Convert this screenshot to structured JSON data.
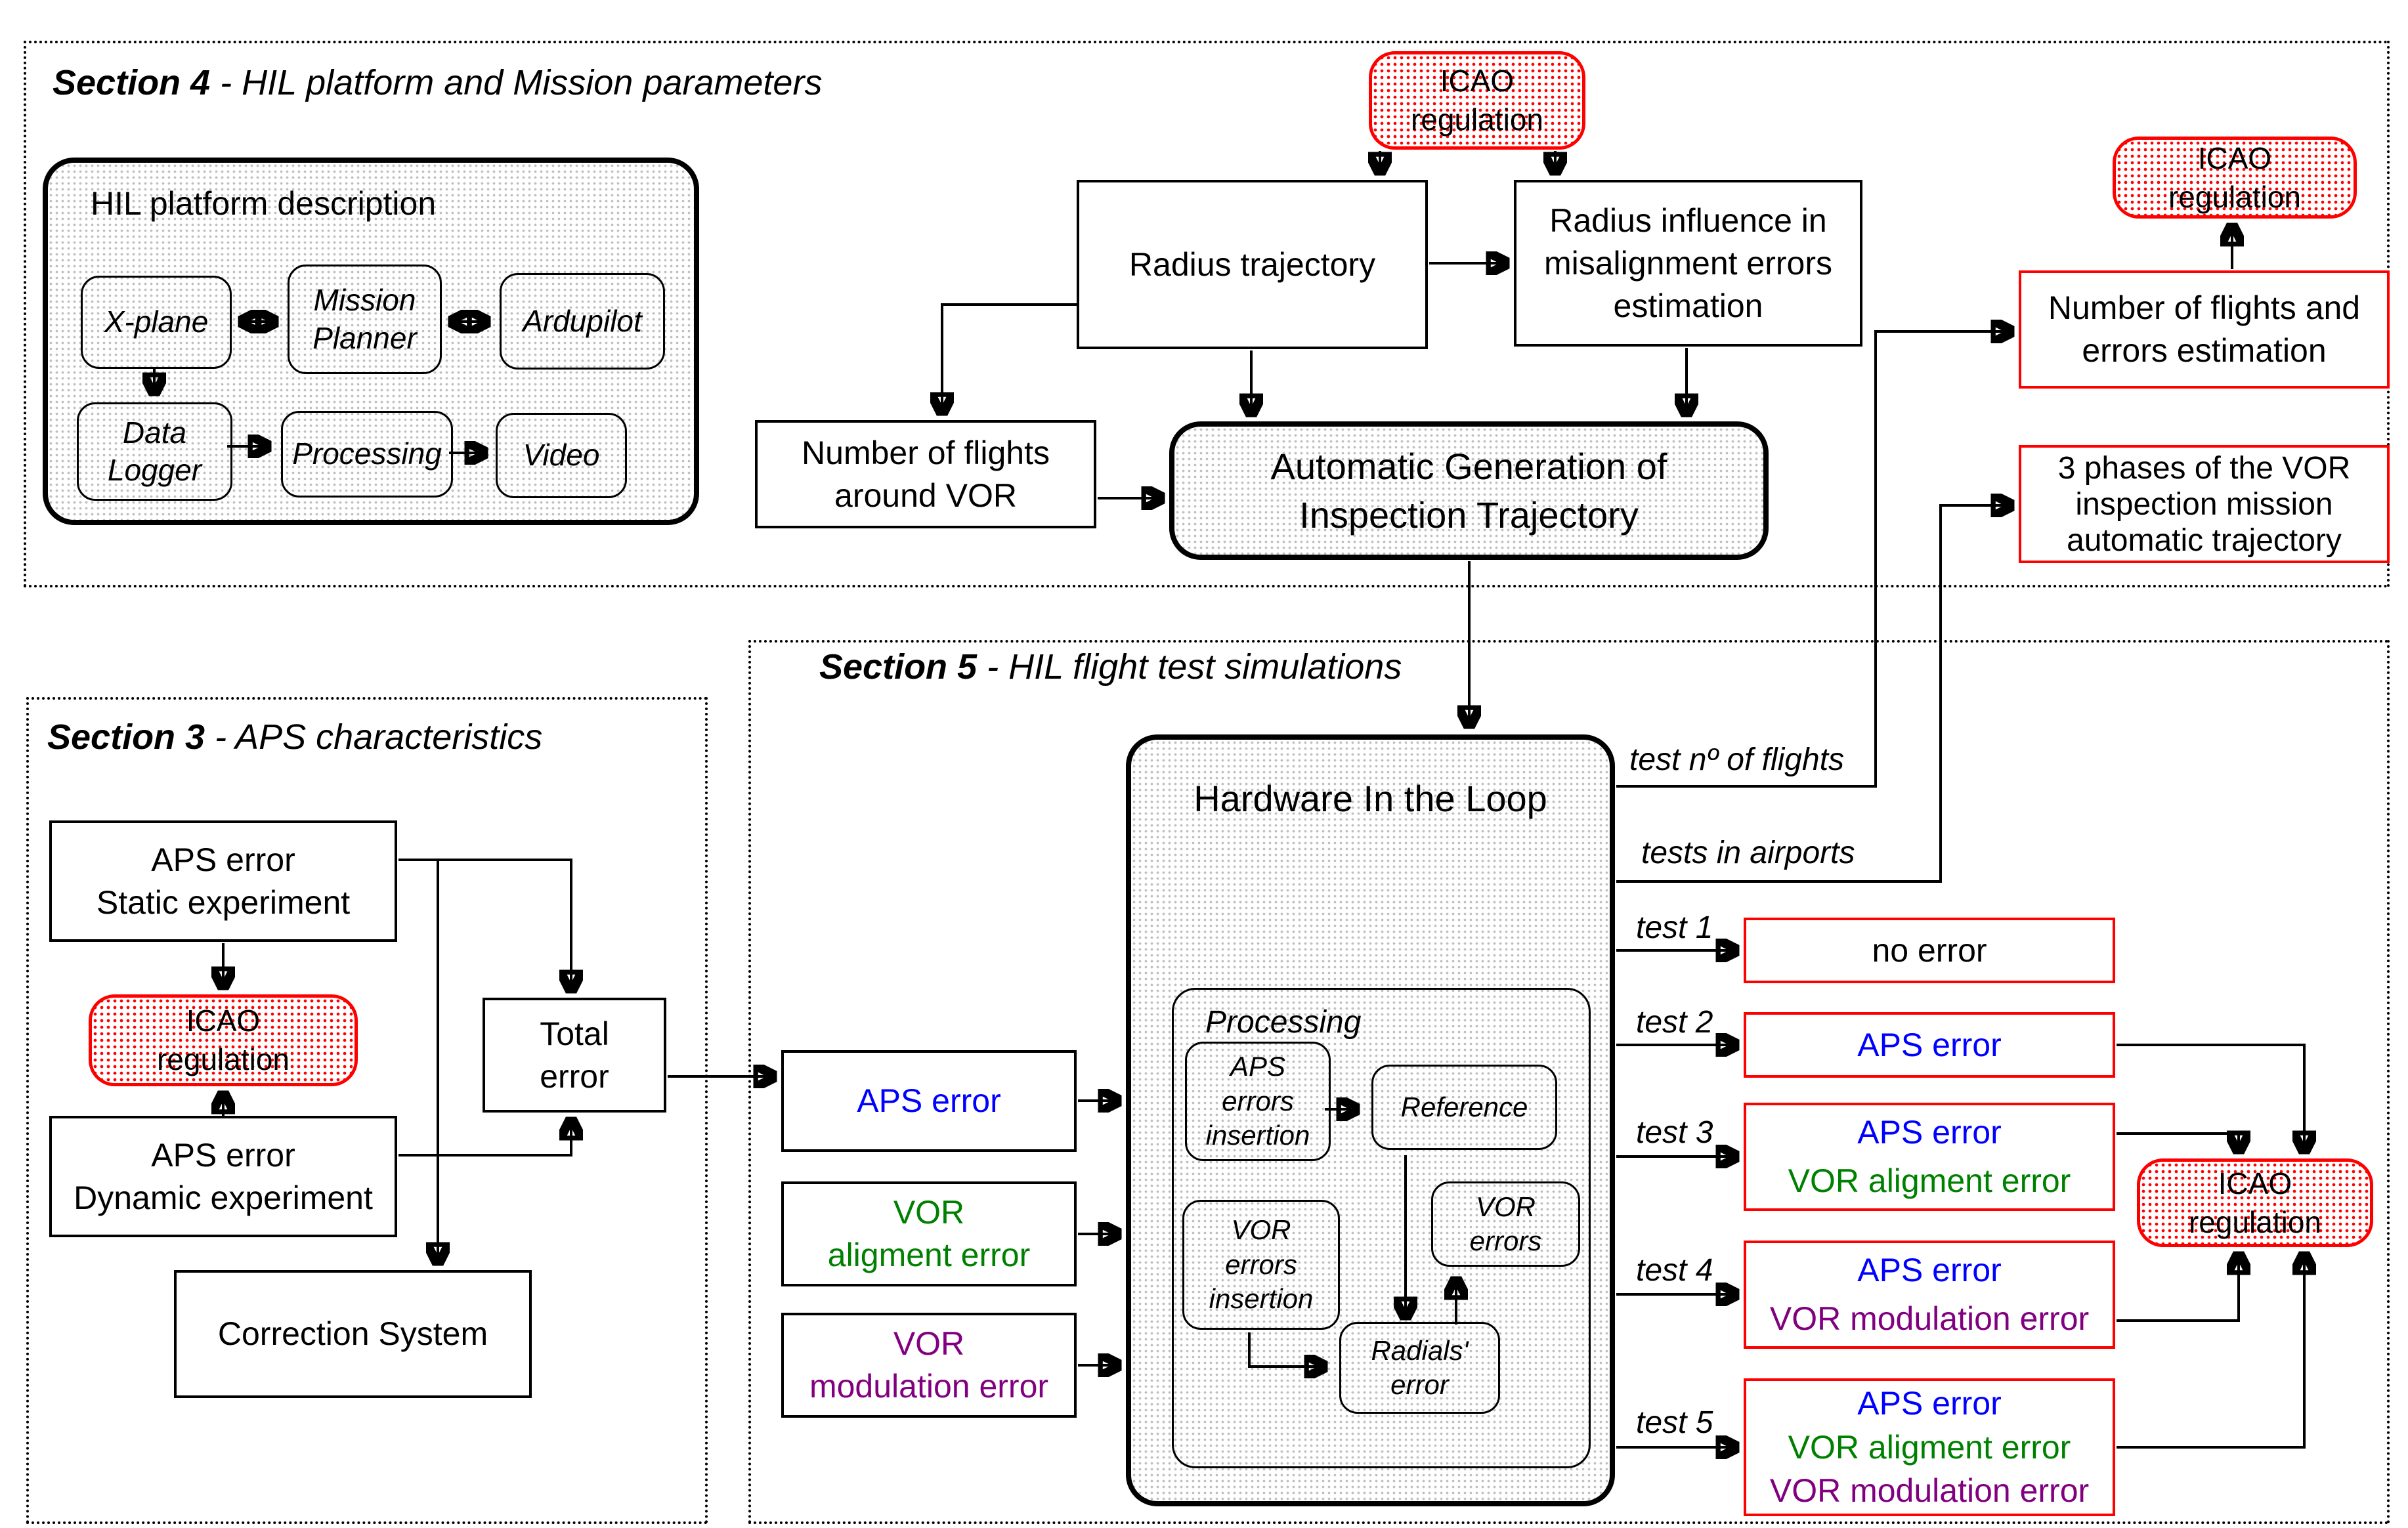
{
  "colors": {
    "accent_red": "#ff0000",
    "aps_blue": "#0000ff",
    "vor_alignment_green": "#008000",
    "vor_modulation_purple": "#800080",
    "line_black": "#000000",
    "halftone_gray": "#c0c0c0"
  },
  "icao_badge": "ICAO\nregulation",
  "section4": {
    "title_bold": "Section 4",
    "title_rest": " - HIL platform and Mission parameters",
    "hil_platform": {
      "title": "HIL platform description",
      "xplane": "X-plane",
      "mission_planner": "Mission\nPlanner",
      "ardupilot": "Ardupilot",
      "data_logger": "Data\nLogger",
      "processing": "Processing",
      "video": "Video"
    },
    "radius_trajectory": "Radius trajectory",
    "radius_influence": "Radius influence in\nmisalignment errors\nestimation",
    "flights_around_vor": "Number of flights\naround VOR",
    "auto_generation": "Automatic Generation of\nInspection Trajectory",
    "flights_errors_estimation": "Number of flights and\nerrors estimation",
    "three_phases": "3 phases of the VOR\ninspection mission\nautomatic trajectory"
  },
  "section3": {
    "title_bold": "Section 3",
    "title_rest": " - APS characteristics",
    "static_experiment": "APS error\nStatic experiment",
    "dynamic_experiment": "APS error\nDynamic experiment",
    "total_error": "Total\nerror",
    "correction_system": "Correction System"
  },
  "section5": {
    "title_bold": "Section 5",
    "title_rest": " - HIL flight test simulations",
    "hil_title": "Hardware In the Loop",
    "processing": {
      "title": "Processing",
      "aps_errors_insertion": "APS\nerrors\ninsertion",
      "reference": "Reference",
      "vor_errors_insertion": "VOR\nerrors\ninsertion",
      "vor_errors": "VOR\nerrors",
      "radials_error": "Radials'\nerror"
    },
    "inputs": {
      "aps_error": "APS error",
      "vor_alignment": "VOR\naligment error",
      "vor_modulation": "VOR\nmodulation error"
    },
    "flow_labels": {
      "test_flights": "test nº of flights",
      "tests_airports": "tests in airports"
    },
    "tests": [
      {
        "label": "test 1",
        "rows": [
          {
            "text": "no error",
            "color": "#000000"
          }
        ]
      },
      {
        "label": "test 2",
        "rows": [
          {
            "text": "APS error",
            "color": "#0000ff"
          }
        ]
      },
      {
        "label": "test 3",
        "rows": [
          {
            "text": "APS error",
            "color": "#0000ff"
          },
          {
            "text": "VOR aligment error",
            "color": "#008000"
          }
        ]
      },
      {
        "label": "test 4",
        "rows": [
          {
            "text": "APS error",
            "color": "#0000ff"
          },
          {
            "text": "VOR modulation error",
            "color": "#800080"
          }
        ]
      },
      {
        "label": "test 5",
        "rows": [
          {
            "text": "APS error",
            "color": "#0000ff"
          },
          {
            "text": "VOR aligment error",
            "color": "#008000"
          },
          {
            "text": "VOR modulation error",
            "color": "#800080"
          }
        ]
      }
    ]
  }
}
